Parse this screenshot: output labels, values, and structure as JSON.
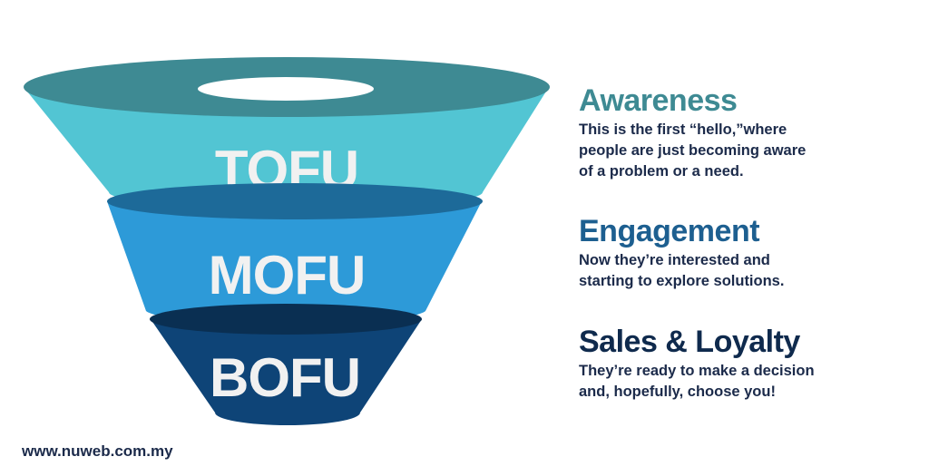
{
  "funnel": {
    "stages": [
      {
        "label": "TOFU",
        "color": "#52c5d3",
        "rim_color": "#3e8a93"
      },
      {
        "label": "MOFU",
        "color": "#2d9ad8",
        "rim_color": "#1d6a99"
      },
      {
        "label": "BOFU",
        "color": "#0e4477",
        "rim_color": "#0a2f52"
      }
    ]
  },
  "descriptions": [
    {
      "title": "Awareness",
      "title_color": "#3e8a93",
      "text": "This is the first “hello,”where\npeople are just becoming aware\nof a problem or a need."
    },
    {
      "title": "Engagement",
      "title_color": "#1d5f90",
      "text": "Now they’re interested and\nstarting to explore solutions."
    },
    {
      "title": "Sales & Loyalty",
      "title_color": "#0f2a4d",
      "text": "They’re ready to make a decision\nand, hopefully, choose you!"
    }
  ],
  "footer": {
    "website": "www.nuweb.com.my"
  }
}
